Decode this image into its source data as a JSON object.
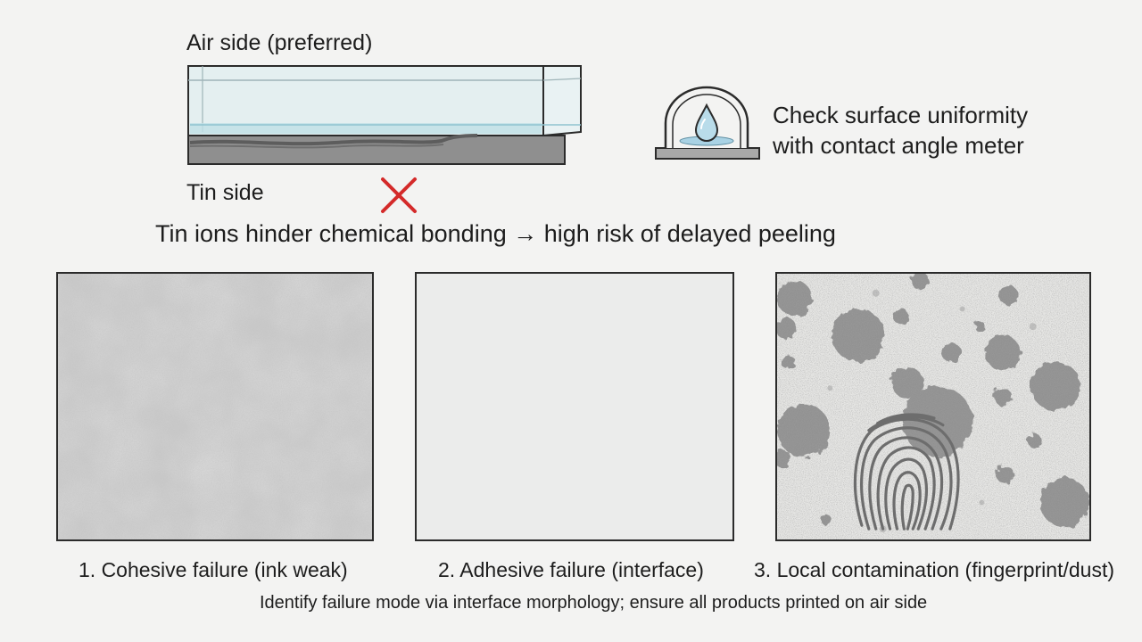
{
  "glass": {
    "air_side_label": "Air side (preferred)",
    "tin_side_label": "Tin side",
    "warning": "Tin ions hinder chemical bonding → high risk of delayed peeling"
  },
  "check": {
    "line1": "Check surface uniformity",
    "line2": "with contact angle meter"
  },
  "failure_modes": [
    {
      "caption": "1. Cohesive failure (ink weak)"
    },
    {
      "caption": "2. Adhesive failure (interface)"
    },
    {
      "caption": "3. Local contamination (fingerprint/dust)"
    }
  ],
  "footer": "Identify failure mode via interface morphology; ensure all products printed on air side",
  "colors": {
    "cross": "#d42a2a",
    "tin_layer": "#8f8f8f",
    "glass_tint": "#dfeef0",
    "droplet": "#a9d2e4"
  },
  "icons": [
    "glass-sheet-icon",
    "cross-icon",
    "contact-angle-meter-icon",
    "water-drop-icon",
    "fingerprint-icon"
  ]
}
